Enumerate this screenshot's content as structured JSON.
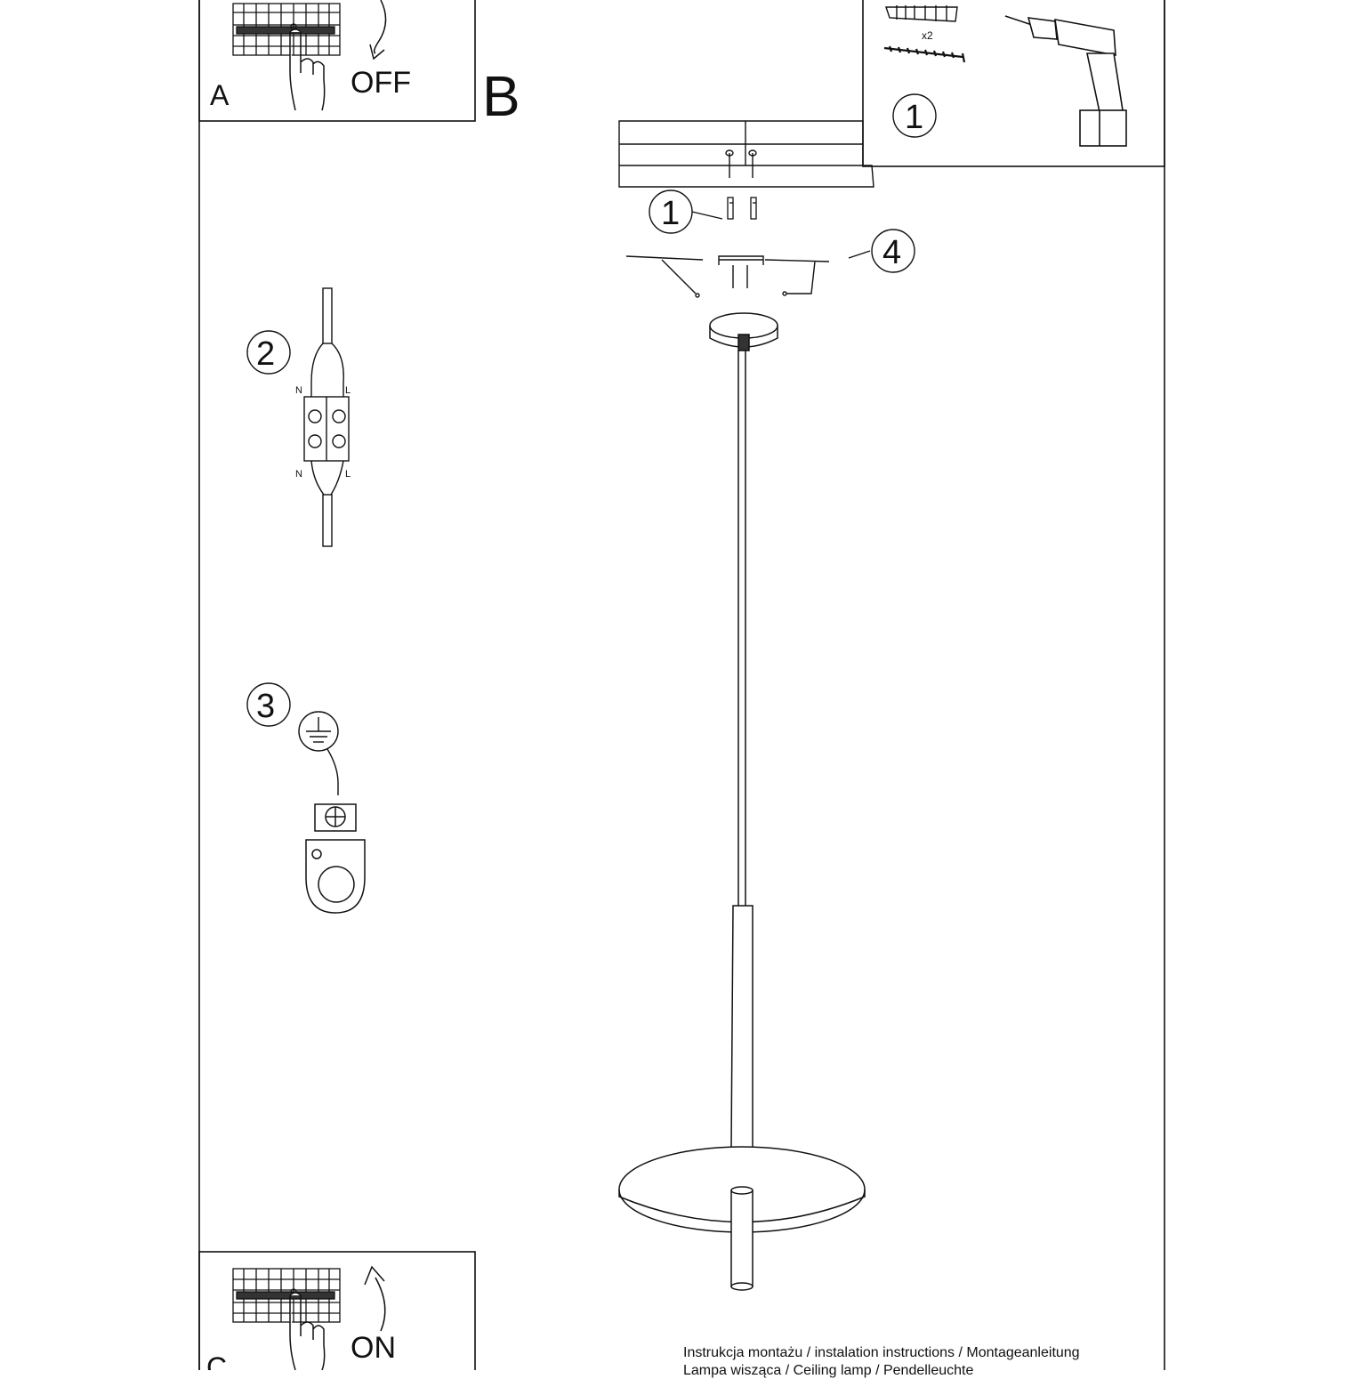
{
  "steps": {
    "a": {
      "letter": "A",
      "state": "OFF"
    },
    "b": {
      "letter": "B"
    },
    "c": {
      "letter": "C",
      "state": "ON"
    }
  },
  "callouts": {
    "drill_step": "1",
    "anchor_step": "1",
    "wiring_step": "2",
    "ground_step": "3",
    "bracket_step": "4"
  },
  "parts": {
    "anchor_qty": "x2",
    "terminal_n": "N",
    "terminal_l": "L"
  },
  "icons": [
    "breaker-panel-icon",
    "hand-icon",
    "curved-arrow-icon",
    "drill-icon",
    "wall-plug-icon",
    "screw-icon",
    "terminal-block-icon",
    "ground-symbol-icon",
    "ground-lug-icon",
    "ceiling-icon",
    "mounting-bracket-icon",
    "canopy-icon",
    "pendant-lamp-icon"
  ],
  "footer": {
    "title": "Instrukcja montażu / instalation instructions / Montageanleitung",
    "subtitle": "Lampa wisząca / Ceiling lamp / Pendelleuchte"
  }
}
